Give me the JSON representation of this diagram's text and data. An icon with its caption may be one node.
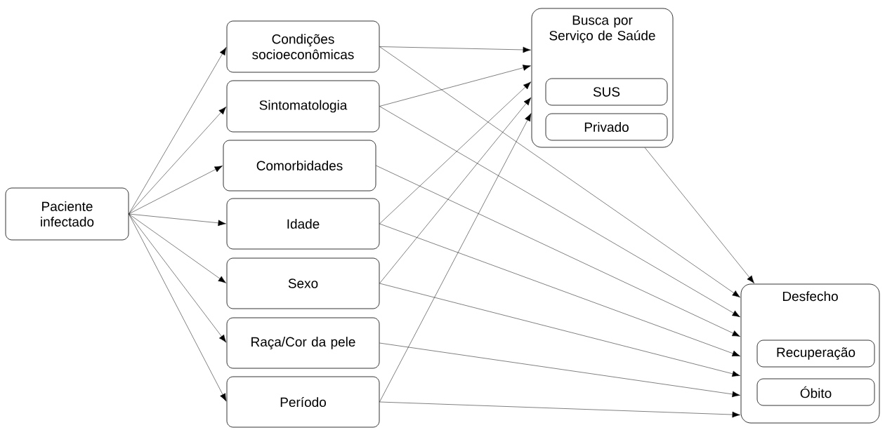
{
  "diagram": {
    "nodes": [
      {
        "text": [
          "Paciente infectado"
        ]
      },
      {
        "text": [
          "Condições socioeconômicas"
        ]
      },
      {
        "text": [
          "Sintomatologia"
        ]
      },
      {
        "text": [
          "Comorbidades"
        ]
      },
      {
        "text": [
          "Idade"
        ]
      },
      {
        "text": [
          "Sexo"
        ]
      },
      {
        "text": [
          "Raça/Cor da pele"
        ]
      },
      {
        "text": [
          "Período"
        ]
      },
      {
        "text": [
          "Busca por Serviço de Saúde"
        ]
      },
      {
        "text": [
          "SUS"
        ],
        "in": 8
      },
      {
        "text": [
          "Privado"
        ],
        "in": 8
      },
      {
        "text": [
          "Desfecho"
        ]
      },
      {
        "text": [
          "Recuperação"
        ],
        "in": 11
      },
      {
        "text": [
          "Óbito"
        ],
        "in": 11
      }
    ],
    "edges": [
      {
        "from": 0,
        "to": 1,
        "arrow": "to"
      },
      {
        "from": 0,
        "to": 2,
        "arrow": "to"
      },
      {
        "from": 0,
        "to": 3,
        "arrow": "to"
      },
      {
        "from": 0,
        "to": 4,
        "arrow": "to"
      },
      {
        "from": 0,
        "to": 5,
        "arrow": "to"
      },
      {
        "from": 0,
        "to": 6,
        "arrow": "to"
      },
      {
        "from": 0,
        "to": 7,
        "arrow": "to"
      },
      {
        "from": 1,
        "to": 8,
        "arrow": "to"
      },
      {
        "from": 2,
        "to": 8,
        "arrow": "to"
      },
      {
        "from": 4,
        "to": 8,
        "arrow": "to"
      },
      {
        "from": 5,
        "to": 8,
        "arrow": "to"
      },
      {
        "from": 7,
        "to": 8,
        "arrow": "to"
      },
      {
        "from": 1,
        "to": 11,
        "arrow": "to"
      },
      {
        "from": 2,
        "to": 11,
        "arrow": "to"
      },
      {
        "from": 3,
        "to": 11,
        "arrow": "to"
      },
      {
        "from": 4,
        "to": 11,
        "arrow": "to"
      },
      {
        "from": 5,
        "to": 11,
        "arrow": "to"
      },
      {
        "from": 6,
        "to": 11,
        "arrow": "to"
      },
      {
        "from": 7,
        "to": 11,
        "arrow": "to"
      },
      {
        "from": 8,
        "to": 11,
        "arrow": "to"
      }
    ]
  }
}
